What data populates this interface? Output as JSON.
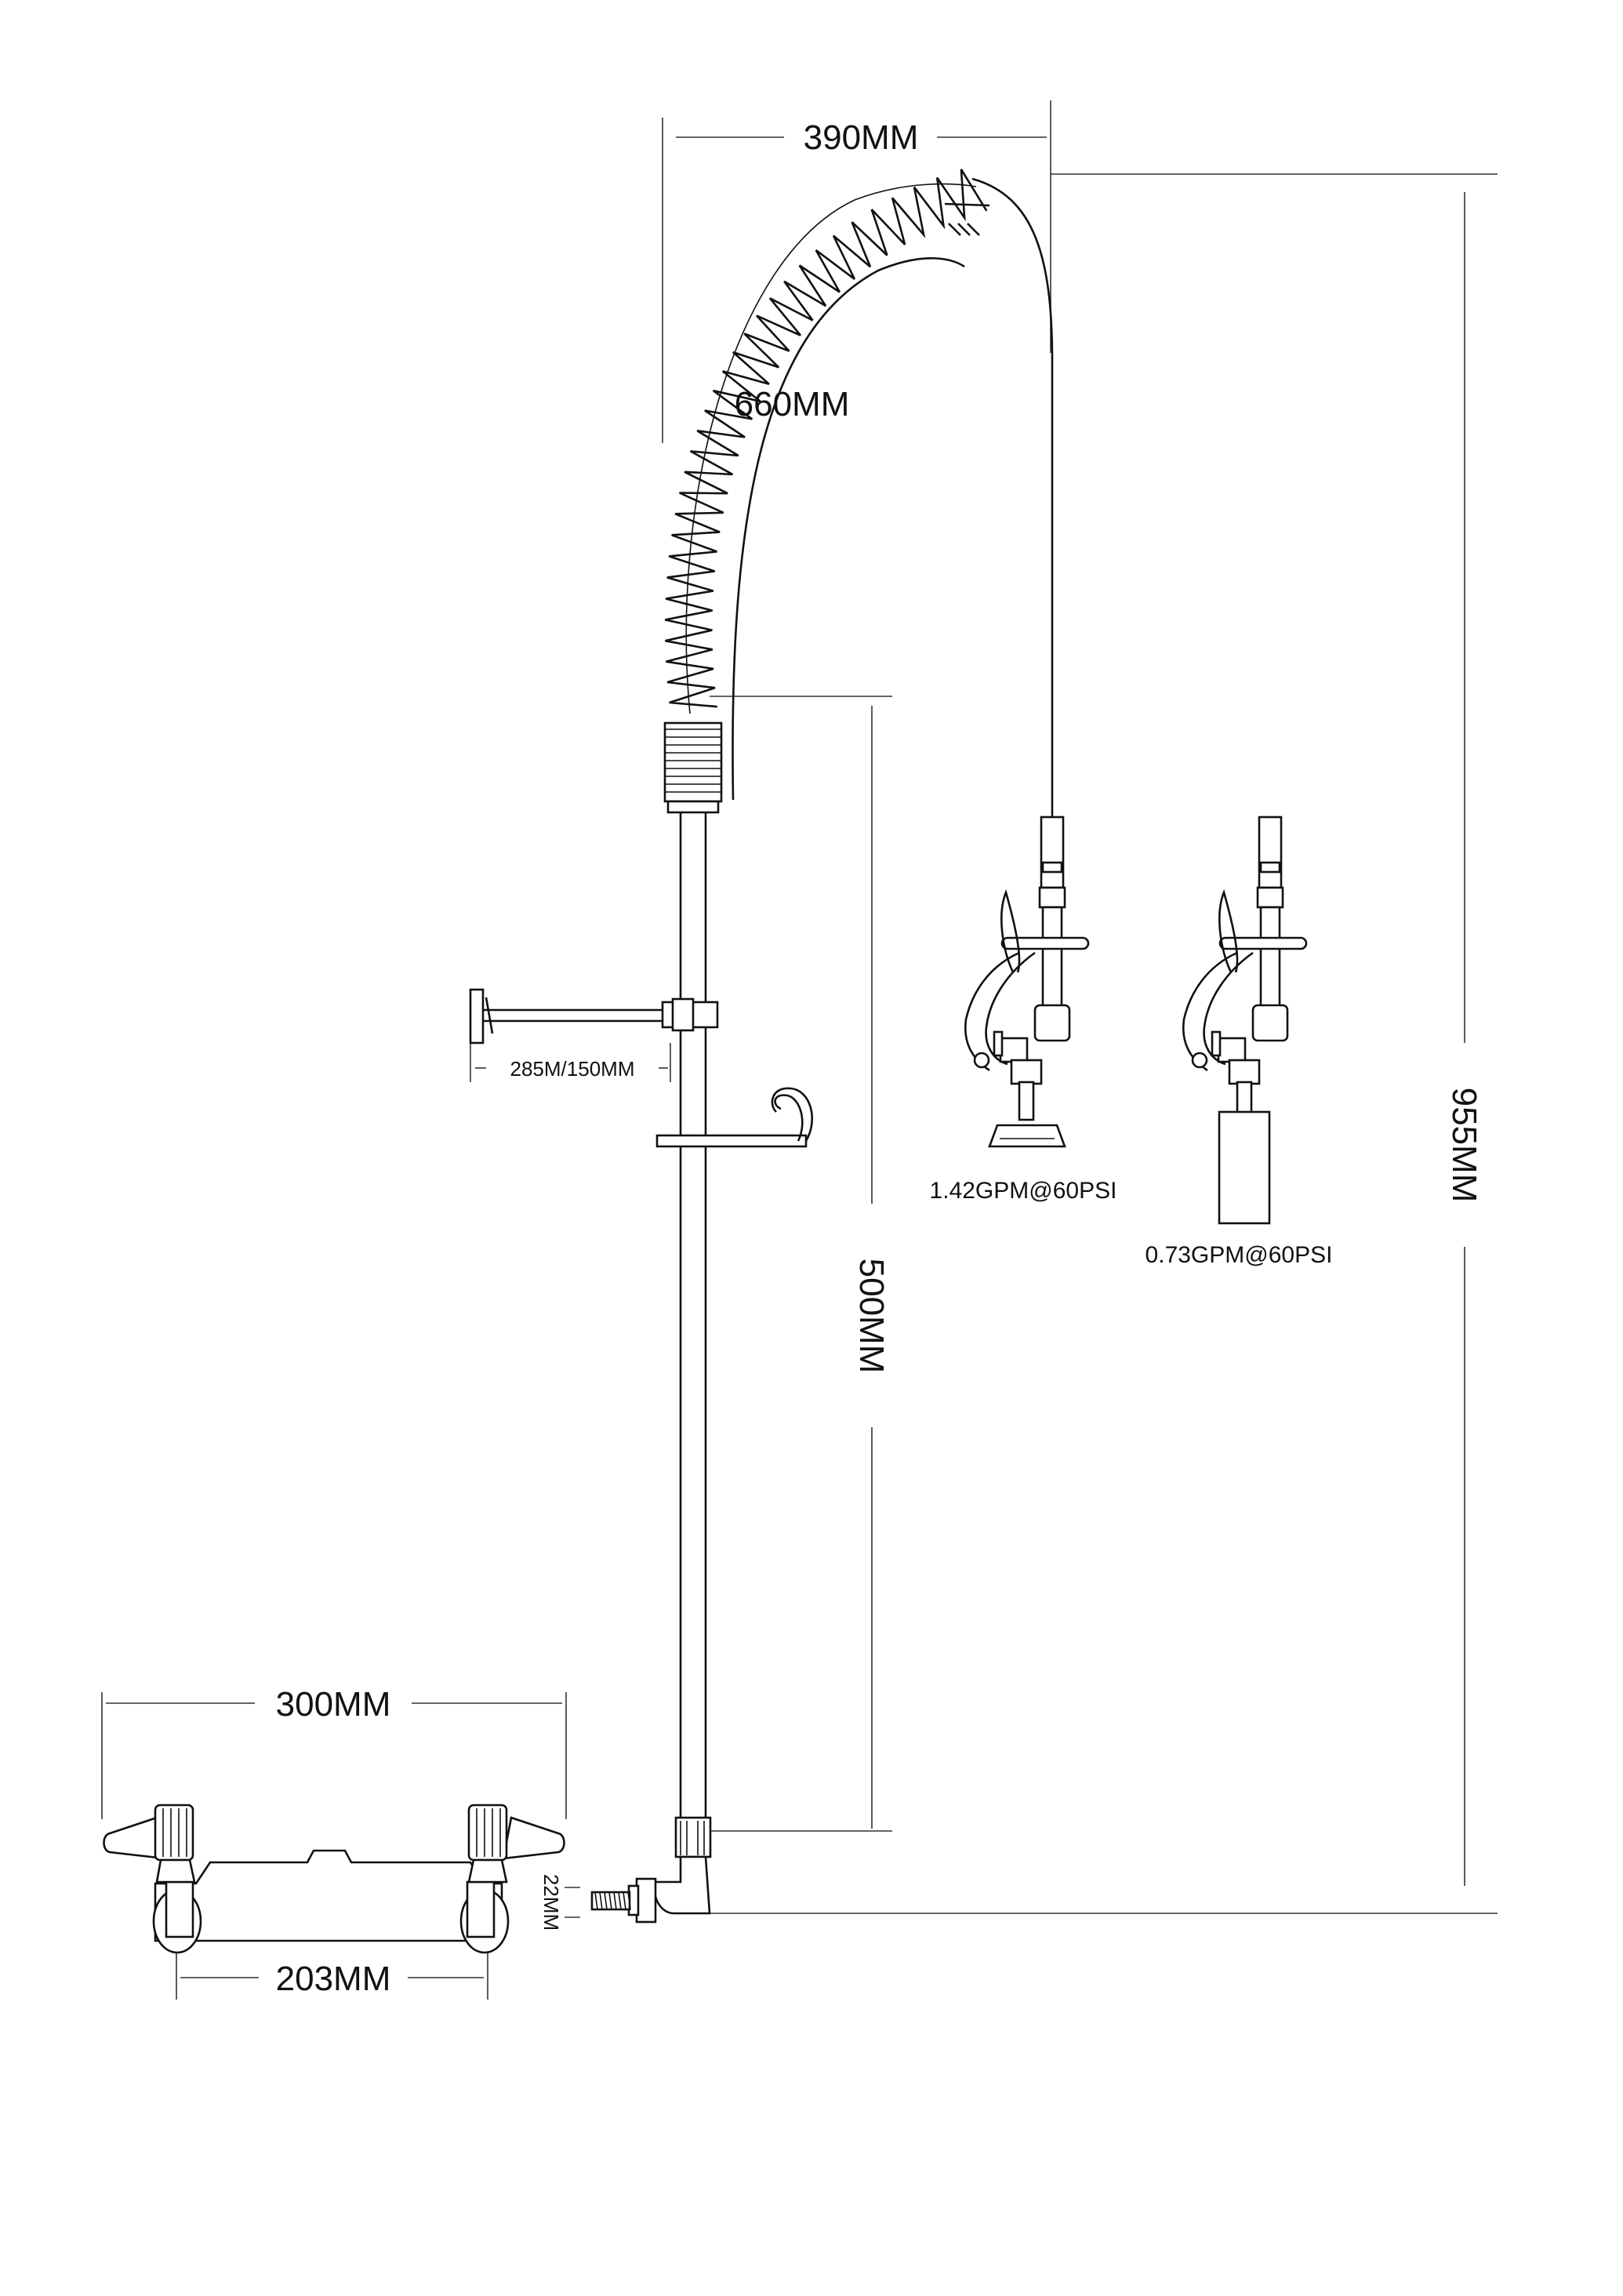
{
  "labels": {
    "hose_reach": "390MM",
    "hose_length": "660MM",
    "total_height": "955MM",
    "riser_height": "500MM",
    "wall_bracket": "285M/150MM",
    "spray_valve_1": "1.42GPM@60PSI",
    "spray_valve_2": "0.73GPM@60PSI",
    "faucet_width": "300MM",
    "faucet_centers": "203MM",
    "inlet_size": "22MM"
  },
  "colors": {
    "line": "#111111",
    "paper": "#ffffff"
  }
}
